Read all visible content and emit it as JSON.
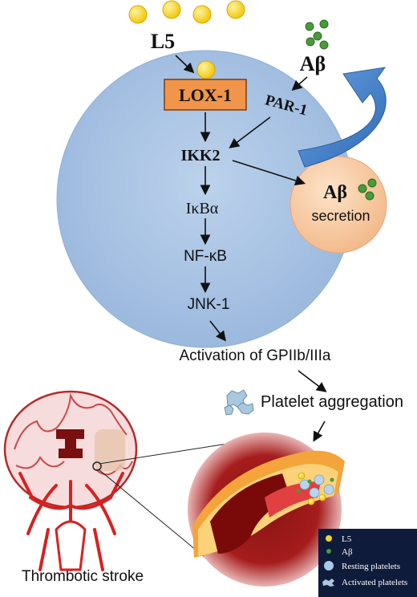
{
  "labels": {
    "l5": "L5",
    "abeta_top": "Aβ",
    "lox1": "LOX-1",
    "par1": "PAR-1",
    "ikk2": "IKK2",
    "ikba": "IκBα",
    "nfkb": "NF-κB",
    "jnk1": "JNK-1",
    "activation": "Activation of GPIIb/IIIa",
    "abeta_secretion_title": "Aβ",
    "abeta_secretion_sub": "secretion",
    "platelet_aggregation": "Platelet aggregation",
    "thrombotic_stroke": "Thrombotic stroke"
  },
  "legend": {
    "items": [
      {
        "label": "L5",
        "symbol": "yellow-dot"
      },
      {
        "label": "Aβ",
        "symbol": "green-dot"
      },
      {
        "label": "Resting platelets",
        "symbol": "blue-dot"
      },
      {
        "label": "Activated platelets",
        "symbol": "spiky-platelet"
      }
    ]
  },
  "colors": {
    "platelet_cell": "#a9c4e3",
    "lox1_box": "#f0954a",
    "secretion_vesicle": "#f7c9a0",
    "l5_particle": "#f5d22a",
    "abeta_particle": "#4a9a3a",
    "feedback_arrow": "#3f7ec7",
    "vessel_red": "#b51f1f",
    "legend_bg": "#0e1b3a"
  }
}
